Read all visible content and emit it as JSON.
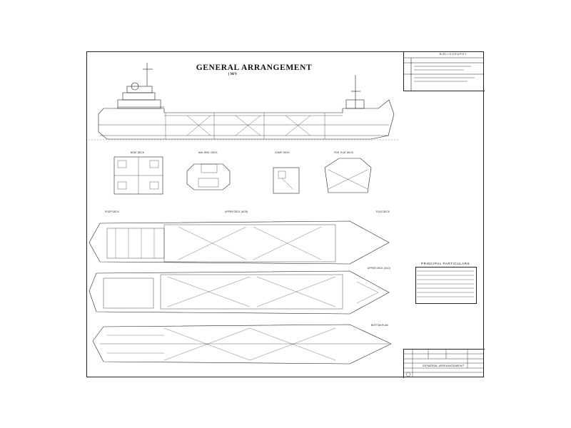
{
  "drawing": {
    "title": "GENERAL ARRANGEMENT",
    "subtitle": "( M/V",
    "bibliography": "BIBLIOGRAPHY",
    "principal_particulars": "PRINCIPAL PARTICULARS",
    "title_block_name": "GENERAL ARRANGEMENT"
  },
  "views": {
    "boat_deck": "BOAT DECK",
    "nav_brg_deck": "NAV. BRG. DECK",
    "compass_deck": "COMP. DECK",
    "fore_flat_deck": "FOR. FLAT DECK",
    "poop_deck": "POOP DECK",
    "upper_deck": "UPPER DECK (HOS)",
    "fold_deck": "FOLD DECK",
    "upper_deck_old": "UPPER DECK (OLD)",
    "bottom_plan": "BOTTOM PLAN"
  },
  "colors": {
    "line": "#222222",
    "paper": "#ffffff"
  }
}
